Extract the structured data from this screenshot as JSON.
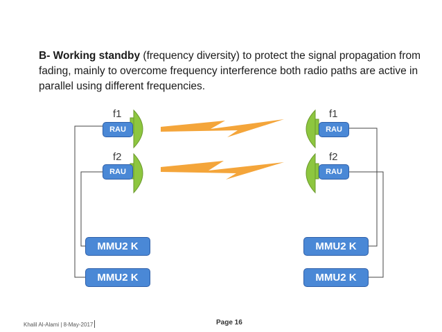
{
  "heading": {
    "bold": "B- Working standby",
    "rest": " (frequency diversity) to protect the  signal propagation from fading, mainly to overcome frequency interference both radio paths are active in parallel using different frequencies."
  },
  "diagram": {
    "left": {
      "freq1": "f1",
      "freq2": "f2",
      "rau1": "RAU",
      "rau2": "RAU",
      "mmu1": "MMU2 K",
      "mmu2": "MMU2 K"
    },
    "right": {
      "freq1": "f1",
      "freq2": "f2",
      "rau1": "RAU",
      "rau2": "RAU",
      "mmu1": "MMU2 K",
      "mmu2": "MMU2 K"
    },
    "colors": {
      "box_fill": "#4a88d6",
      "box_border": "#2e5fa8",
      "antenna": "#8dc63f",
      "signal": "#f4a53a"
    }
  },
  "footer": {
    "author_date": "Khalil Al-Alami |   8-May-2017",
    "page": "Page 16"
  }
}
